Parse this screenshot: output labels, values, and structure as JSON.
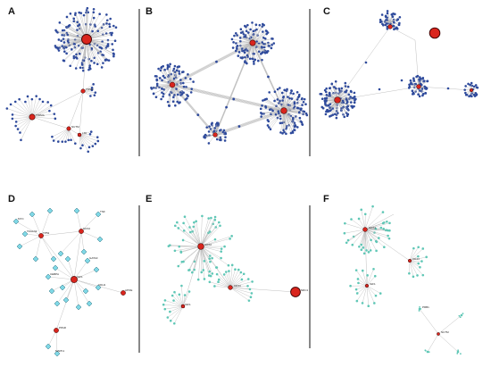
{
  "figure": {
    "panels": [
      {
        "id": "A",
        "label": "A"
      },
      {
        "id": "B",
        "label": "B"
      },
      {
        "id": "C",
        "label": "C"
      },
      {
        "id": "D",
        "label": "D"
      },
      {
        "id": "E",
        "label": "E"
      },
      {
        "id": "F",
        "label": "F"
      }
    ]
  },
  "colors": {
    "hub_fill": "#d9251d",
    "hub_stroke": "#3b0000",
    "leaf_blue": "#2e4a9c",
    "leaf_teal": "#5fc7b6",
    "diamond_fill": "#7fd8e6",
    "diamond_stroke": "#2a6f7d",
    "edge": "#b8b8b8",
    "separator": "#111111"
  },
  "node_labels": {
    "A": [
      "TOP2A",
      "TNNI3",
      "NUTM",
      "LTK"
    ],
    "D": [
      "TP53",
      "SOX2",
      "IGF1",
      "PPAR",
      "APOE",
      "MYC",
      "TNF",
      "CEBPA",
      "GATA3",
      "MAPK1",
      "TAGLN2",
      "CDH1"
    ],
    "E": [
      "SOX2",
      "IGF1",
      "CD44",
      "NRC1"
    ],
    "F": [
      "SOX2",
      "IGF1",
      "CD44",
      "PRB1",
      "NUTM"
    ]
  }
}
